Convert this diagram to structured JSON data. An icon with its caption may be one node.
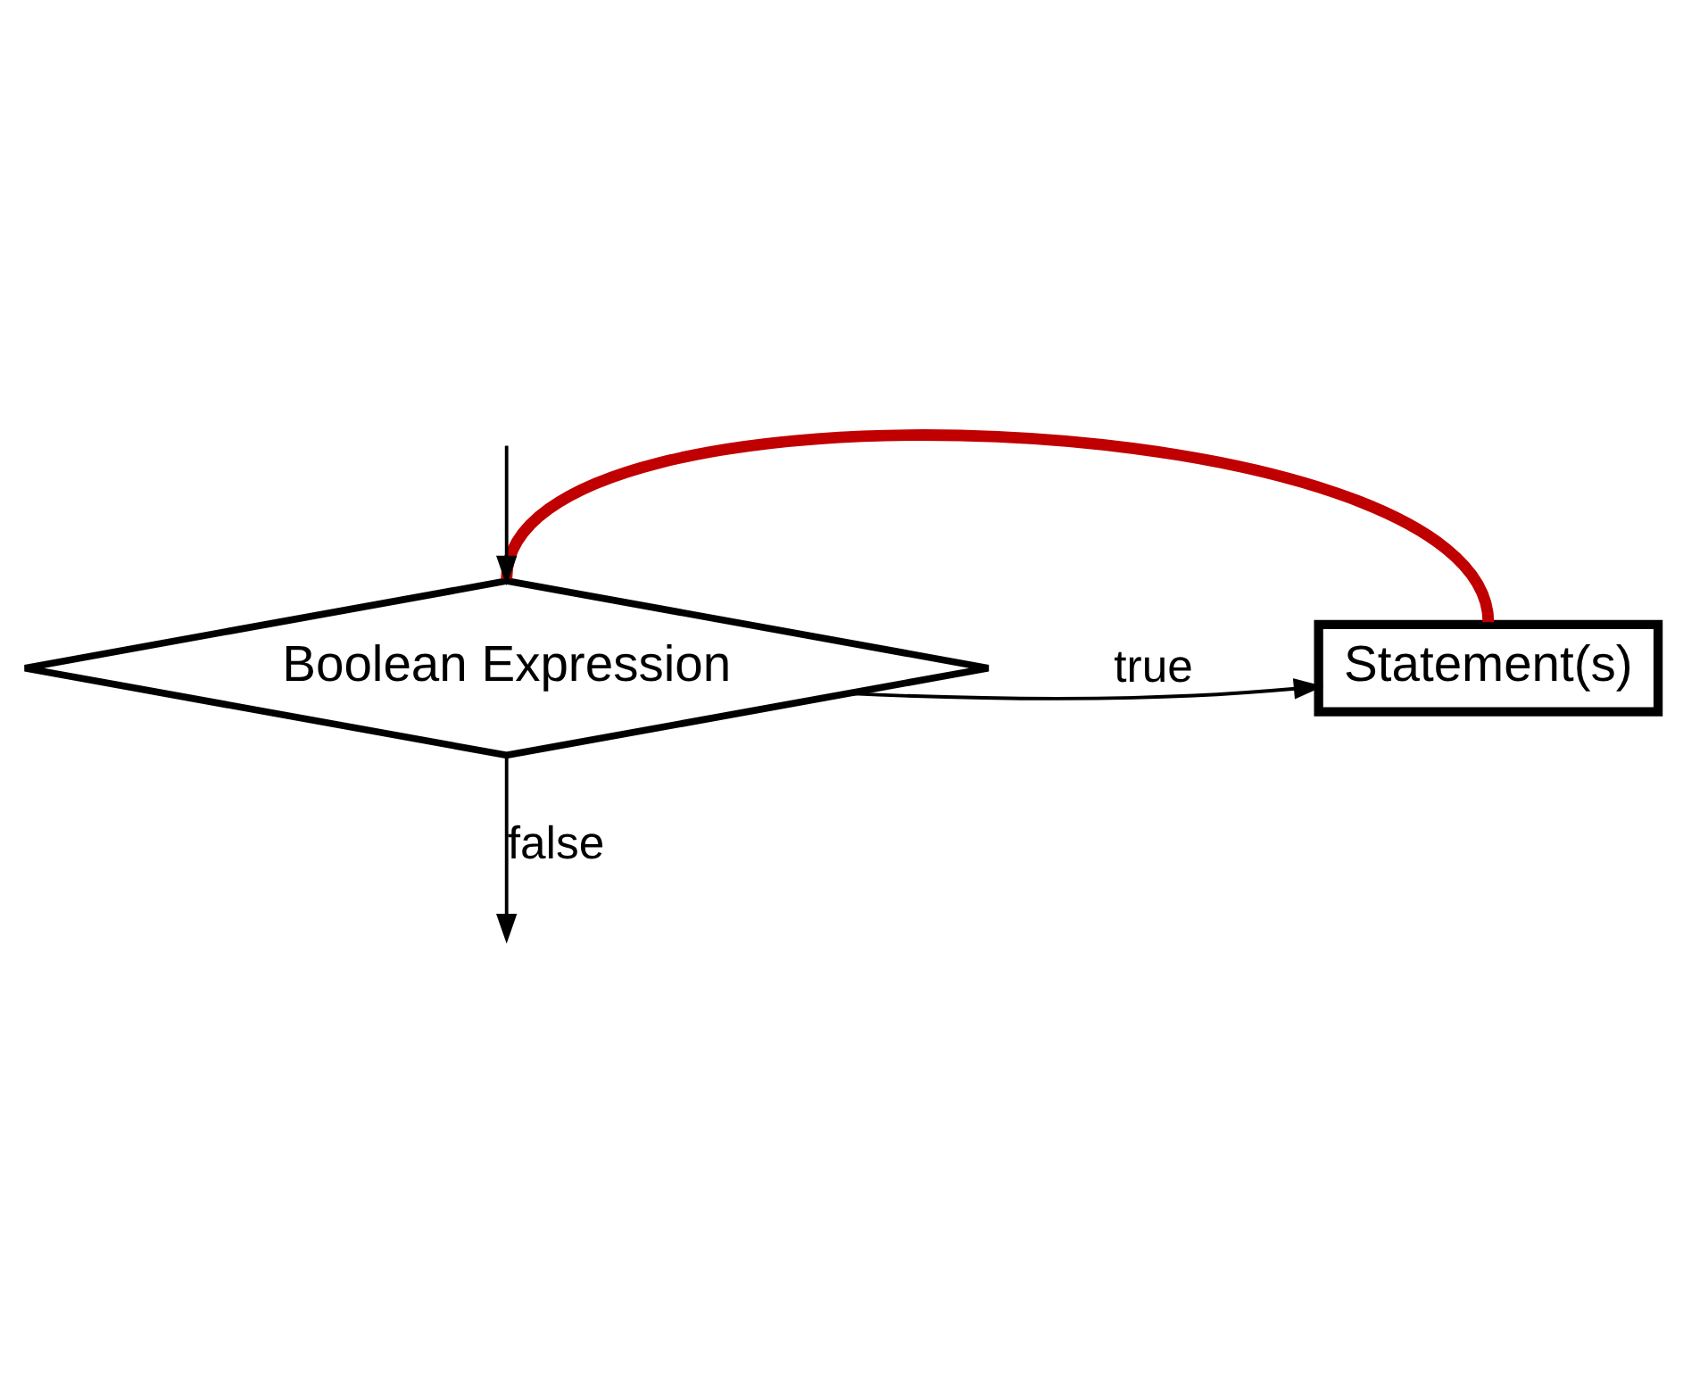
{
  "diagram": {
    "nodes": [
      {
        "text": [
          "Boolean Expression"
        ]
      },
      {
        "text": [
          "Statement(s)"
        ]
      }
    ],
    "edges": [
      {
        "from": 0,
        "to": null,
        "arrow": "to",
        "label": "false"
      },
      {
        "from": 0,
        "to": 1,
        "arrow": "to",
        "label": "true"
      },
      {
        "from": 1,
        "to": 0,
        "arrow": "to",
        "style": "thick",
        "color": "#c00000"
      },
      {
        "from": null,
        "to": 0,
        "arrow": "to"
      }
    ]
  }
}
